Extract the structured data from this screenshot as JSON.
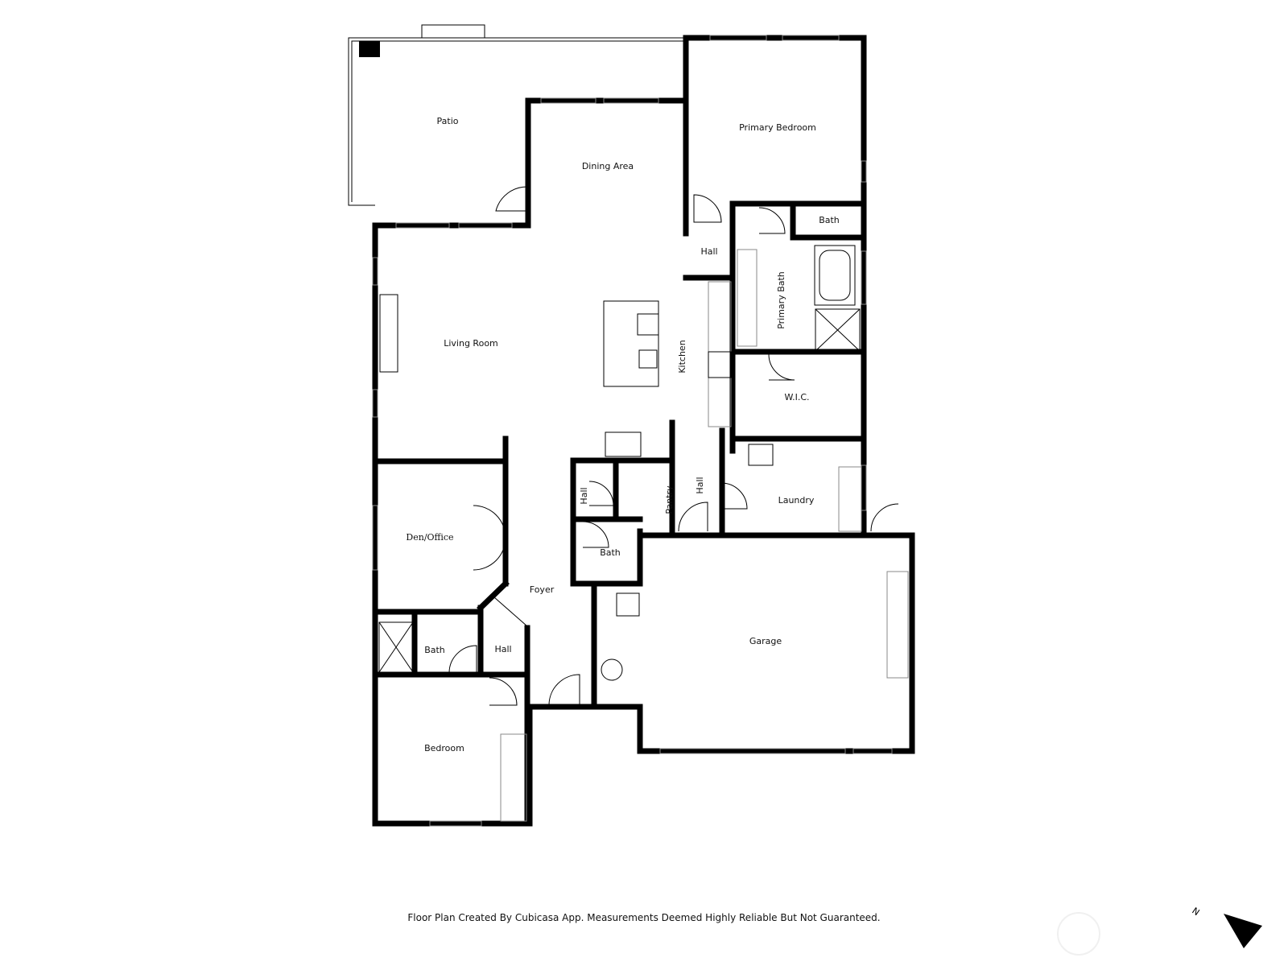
{
  "rooms": {
    "patio": "Patio",
    "dining_area": "Dining Area",
    "primary_bedroom": "Primary Bedroom",
    "hall_1": "Hall",
    "bath_primary_wc": "Bath",
    "primary_bath": "Primary Bath",
    "living_room": "Living Room",
    "kitchen": "Kitchen",
    "wic": "W.I.C.",
    "laundry": "Laundry",
    "hall_2": "Hall",
    "pantry": "Pantry",
    "hall_3": "Hall",
    "bath_half": "Bath",
    "den_office": "Den/Office",
    "foyer": "Foyer",
    "garage": "Garage",
    "bath_guest": "Bath",
    "hall_4": "Hall",
    "bedroom": "Bedroom"
  },
  "compass": {
    "label": "N",
    "icon": "north-arrow-icon"
  },
  "footer": "Floor Plan Created By Cubicasa App. Measurements Deemed Highly Reliable But Not Guaranteed."
}
